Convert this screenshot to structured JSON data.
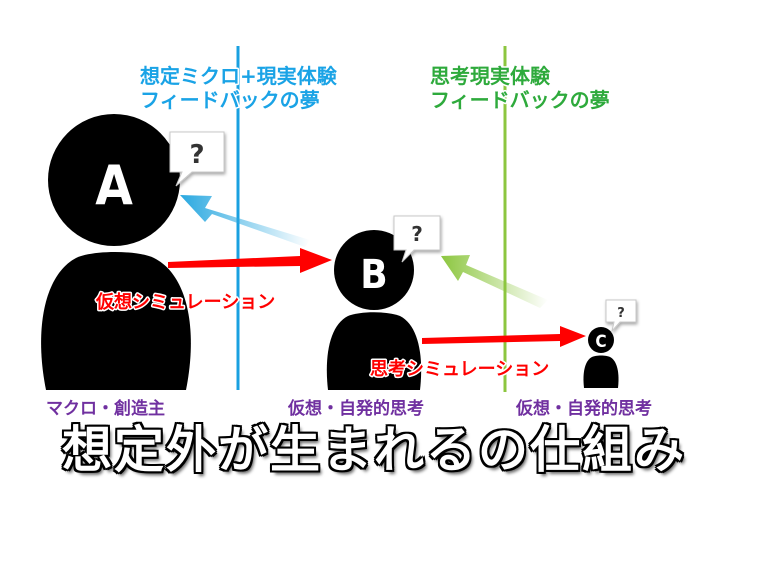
{
  "colors": {
    "blue_label": "#1aa3e6",
    "green_label": "#2eaa3c",
    "blue_line": "#1aa0e0",
    "green_line": "#8cc63f",
    "red_arrow": "#ff0000",
    "purple_label": "#7030a0",
    "red_label": "#ff0000"
  },
  "divider_labels": {
    "blue_line1": "想定ミクロ+現実体験",
    "blue_line2": "フィードバックの夢",
    "green_line1": "思考現実体験",
    "green_line2": "フィードバックの夢"
  },
  "figures": {
    "a": {
      "letter": "A",
      "bubble": "?"
    },
    "b": {
      "letter": "B",
      "bubble": "?"
    },
    "c": {
      "letter": "C",
      "bubble": "?"
    }
  },
  "arrow_labels": {
    "a_to_b": "仮想シミュレーション",
    "b_to_c": "思考シミュレーション"
  },
  "role_labels": {
    "a": "マクロ・創造主",
    "b": "仮想・自発的思考",
    "c": "仮想・自発的思考"
  },
  "headline": "想定外が生まれるの仕組み"
}
